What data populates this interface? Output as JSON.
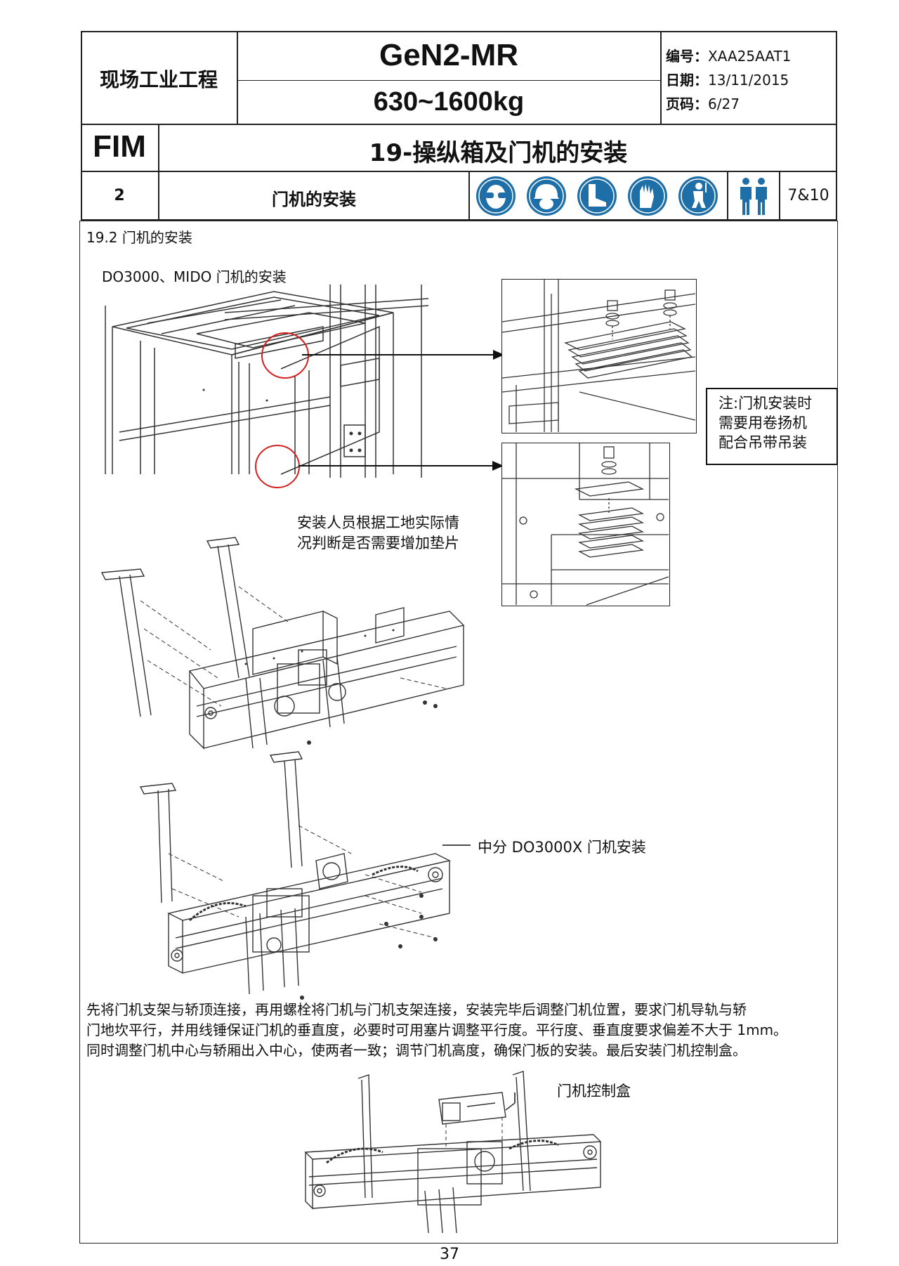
{
  "header": {
    "company": "现场工业工程",
    "model": "GeN2-MR",
    "capacity": "630~1600kg",
    "code_label": "编号：",
    "code_value": "XAA25AAT1",
    "date_label": "日期：",
    "date_value": "13/11/2015",
    "page_label": "页码：",
    "page_value": "6/27"
  },
  "title_row": {
    "left": "FIM",
    "title": "19-操纵箱及门机的安装"
  },
  "sub_row": {
    "number": "2",
    "subtitle": "门机的安装",
    "ppe_icons": [
      "goggles-icon",
      "helmet-icon",
      "safety-boots-icon",
      "gloves-icon",
      "harness-icon"
    ],
    "workers_icon": "two-workers-icon",
    "workers_value": "7&10",
    "icon_color": "#1e6fa8"
  },
  "content": {
    "section_heading": "19.2  门机的安装",
    "sub_heading": "DO3000、MIDO 门机的安装",
    "note": [
      "注:门机安装时",
      "需要用卷扬机",
      "配合吊带吊装"
    ],
    "shim_caption": [
      "安装人员根据工地实际情",
      "况判断是否需要增加垫片"
    ],
    "center_label": "中分 DO3000X 门机安装",
    "body_text": [
      "先将门机支架与轿顶连接，再用螺栓将门机与门机支架连接，安装完毕后调整门机位置，要求门机导轨与轿",
      "门地坎平行，并用线锤保证门机的垂直度，必要时可用塞片调整平行度。平行度、垂直度要求偏差不大于 1mm。",
      "同时调整门机中心与轿厢出入中心，使两者一致；调节门机高度，确保门板的安装。最后安装门机控制盒。"
    ],
    "control_box_label": "门机控制盒",
    "highlight_color": "#d42020"
  },
  "footer": {
    "page_number": "37"
  }
}
